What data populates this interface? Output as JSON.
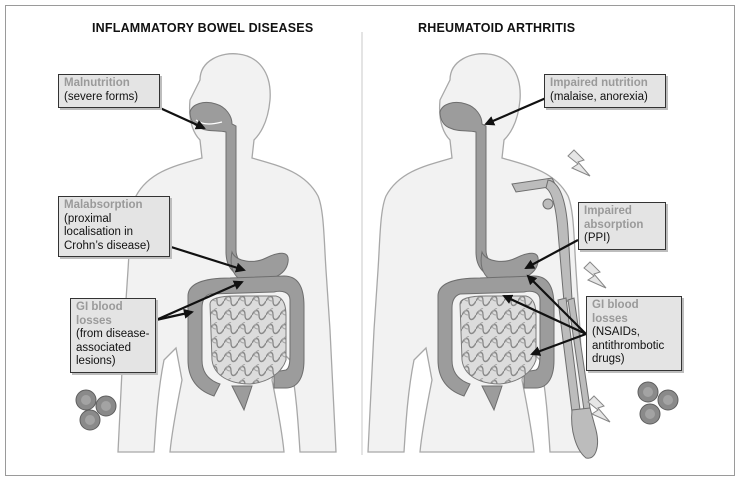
{
  "panels": {
    "left": {
      "title": "INFLAMMATORY BOWEL DISEASES",
      "labels": [
        {
          "heading": "Malnutrition",
          "body": "(severe forms)"
        },
        {
          "heading": "Malabsorption",
          "body": "(proximal\nlocalisation in\nCrohn’s disease)"
        },
        {
          "heading": "GI blood\nlosses",
          "body": "(from disease-\nassociated\nlesions)"
        }
      ]
    },
    "right": {
      "title": "RHEUMATOID ARTHRITIS",
      "labels": [
        {
          "heading": "Impaired nutrition",
          "body": "(malaise, anorexia)"
        },
        {
          "heading": "Impaired\nabsorption",
          "body": "(PPI)"
        },
        {
          "heading": "GI blood\nlosses",
          "body": "(NSAIDs,\nantithrombotic\ndrugs)"
        }
      ]
    }
  },
  "colors": {
    "body_outline": "#a8a8a8",
    "gut_fill": "#9c9c9c",
    "label_fill": "#e4e4e4",
    "heading_text": "#9a9a9a",
    "arrow": "#111111"
  },
  "icons": [
    "red-blood-cell-icon",
    "lightning-pain-icon"
  ]
}
